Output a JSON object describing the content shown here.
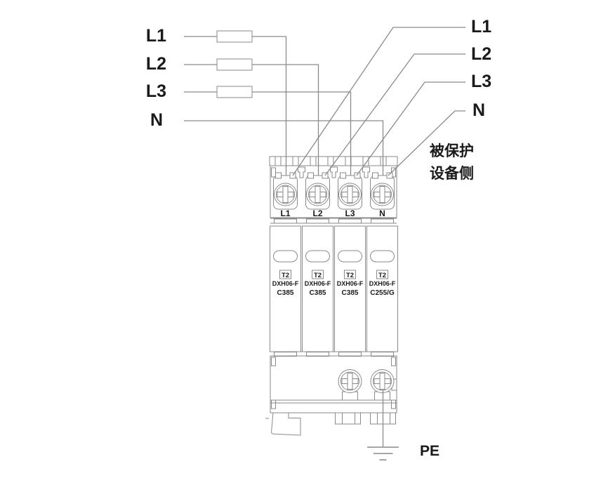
{
  "supply_side": {
    "labels": [
      "L1",
      "L2",
      "L3",
      "N"
    ]
  },
  "protected_side": {
    "labels": [
      "L1",
      "L2",
      "L3",
      "N"
    ],
    "caption_line1": "被保护",
    "caption_line2": "设备侧"
  },
  "device": {
    "terminal_labels": [
      "L1",
      "L2",
      "L3",
      "N"
    ],
    "modules": [
      {
        "badge": "T2",
        "model": "DXH06-F",
        "variant": "C385"
      },
      {
        "badge": "T2",
        "model": "DXH06-F",
        "variant": "C385"
      },
      {
        "badge": "T2",
        "model": "DXH06-F",
        "variant": "C385"
      },
      {
        "badge": "T2",
        "model": "DXH06-F",
        "variant": "C255/G"
      }
    ]
  },
  "earth": {
    "label": "PE"
  },
  "colors": {
    "line": "#8a8a8a",
    "text": "#1a1a1a",
    "background": "#ffffff"
  }
}
